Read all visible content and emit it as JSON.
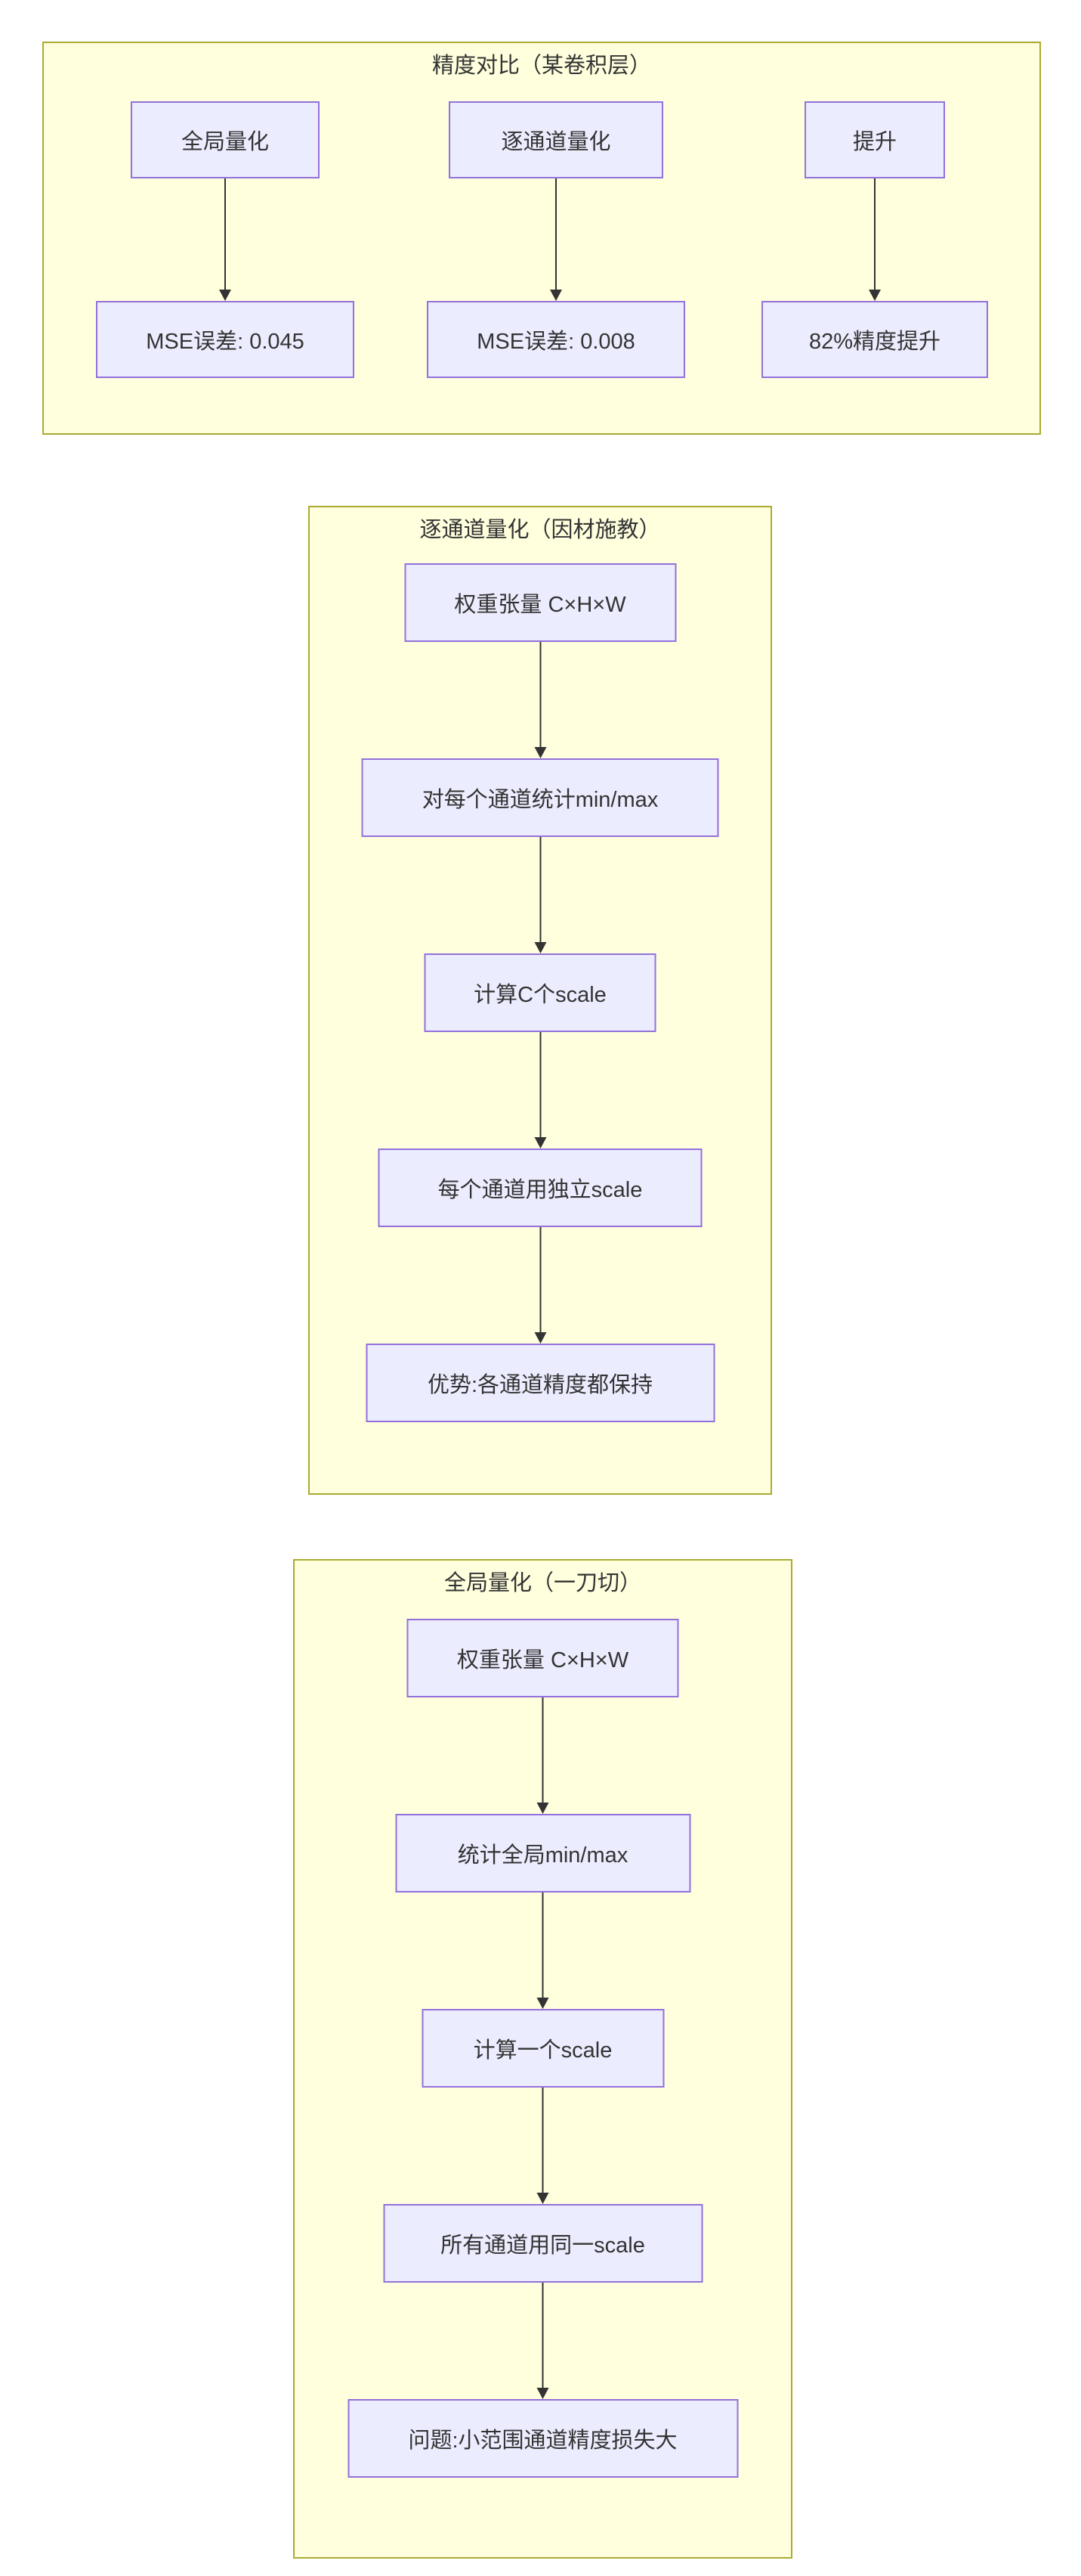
{
  "colors": {
    "subgraph_fill": "#ffffde",
    "subgraph_border": "#aaaa33",
    "node_fill": "#ECECFF",
    "node_border": "#9370DB",
    "text": "#333333",
    "arrow": "#333333",
    "page_background": "#ffffff"
  },
  "sections": [
    {
      "title": "精度对比（某卷积层）",
      "columns": [
        {
          "top": "全局量化",
          "bottom": "MSE误差: 0.045"
        },
        {
          "top": "逐通道量化",
          "bottom": "MSE误差: 0.008"
        },
        {
          "top": "提升",
          "bottom": "82%精度提升"
        }
      ]
    },
    {
      "title": "逐通道量化（因材施教）",
      "steps": [
        "权重张量 C×H×W",
        "对每个通道统计min/max",
        "计算C个scale",
        "每个通道用独立scale",
        "优势:各通道精度都保持"
      ]
    },
    {
      "title": "全局量化（一刀切）",
      "steps": [
        "权重张量 C×H×W",
        "统计全局min/max",
        "计算一个scale",
        "所有通道用同一scale",
        "问题:小范围通道精度损失大"
      ]
    }
  ]
}
